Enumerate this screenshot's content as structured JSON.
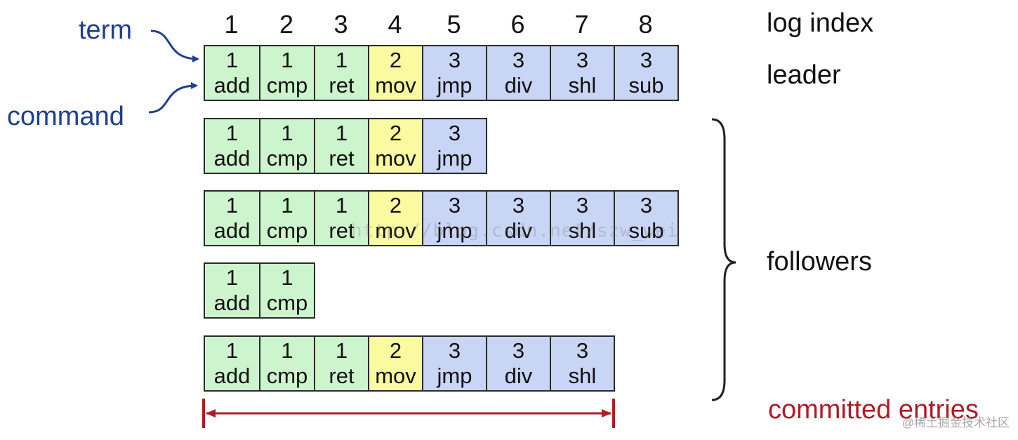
{
  "log_index_label": "log index",
  "indices": [
    "1",
    "2",
    "3",
    "4",
    "5",
    "6",
    "7",
    "8"
  ],
  "term_label": "term",
  "command_label": "command",
  "leader_label": "leader",
  "followers_label": "followers",
  "committed_label": "committed entries",
  "watermark": "http://blog.csdn.net/szw_wei",
  "credit": "@稀土掘金技术社区",
  "colors": {
    "term1": "#cdf5cd",
    "term2": "#fafaa0",
    "term3": "#c9d5f5",
    "label_blue": "#1f3e8c",
    "committed_red": "#b01c26"
  },
  "logs": [
    {
      "role": "leader",
      "entries": [
        {
          "term": "1",
          "cmd": "add"
        },
        {
          "term": "1",
          "cmd": "cmp"
        },
        {
          "term": "1",
          "cmd": "ret"
        },
        {
          "term": "2",
          "cmd": "mov"
        },
        {
          "term": "3",
          "cmd": "jmp"
        },
        {
          "term": "3",
          "cmd": "div"
        },
        {
          "term": "3",
          "cmd": "shl"
        },
        {
          "term": "3",
          "cmd": "sub"
        }
      ]
    },
    {
      "role": "follower",
      "entries": [
        {
          "term": "1",
          "cmd": "add"
        },
        {
          "term": "1",
          "cmd": "cmp"
        },
        {
          "term": "1",
          "cmd": "ret"
        },
        {
          "term": "2",
          "cmd": "mov"
        },
        {
          "term": "3",
          "cmd": "jmp"
        }
      ]
    },
    {
      "role": "follower",
      "entries": [
        {
          "term": "1",
          "cmd": "add"
        },
        {
          "term": "1",
          "cmd": "cmp"
        },
        {
          "term": "1",
          "cmd": "ret"
        },
        {
          "term": "2",
          "cmd": "mov"
        },
        {
          "term": "3",
          "cmd": "jmp"
        },
        {
          "term": "3",
          "cmd": "div"
        },
        {
          "term": "3",
          "cmd": "shl"
        },
        {
          "term": "3",
          "cmd": "sub"
        }
      ]
    },
    {
      "role": "follower",
      "entries": [
        {
          "term": "1",
          "cmd": "add"
        },
        {
          "term": "1",
          "cmd": "cmp"
        }
      ]
    },
    {
      "role": "follower",
      "entries": [
        {
          "term": "1",
          "cmd": "add"
        },
        {
          "term": "1",
          "cmd": "cmp"
        },
        {
          "term": "1",
          "cmd": "ret"
        },
        {
          "term": "2",
          "cmd": "mov"
        },
        {
          "term": "3",
          "cmd": "jmp"
        },
        {
          "term": "3",
          "cmd": "div"
        },
        {
          "term": "3",
          "cmd": "shl"
        }
      ]
    }
  ]
}
